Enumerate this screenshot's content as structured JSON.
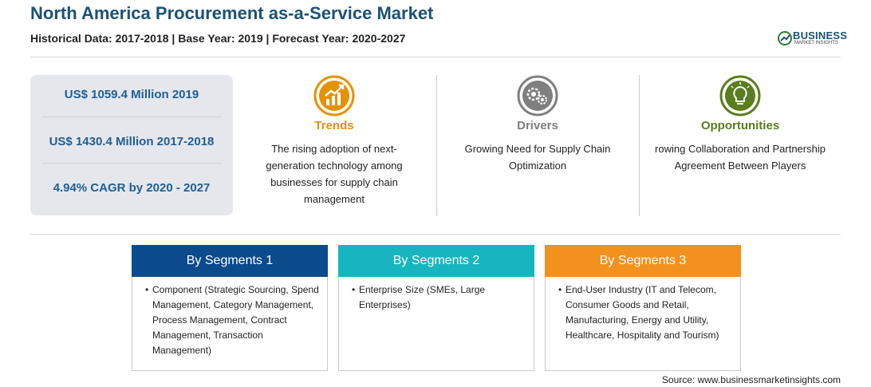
{
  "header": {
    "title": "North America Procurement as-a-Service Market",
    "subtitle": "Historical Data: 2017-2018 | Base Year: 2019 | Forecast Year: 2020-2027"
  },
  "logo": {
    "text": "BUSINESS",
    "sub": "MARKET INSIGHTS"
  },
  "stats": [
    "US$ 1059.4 Million 2019",
    "US$ 1430.4 Million 2017-2018",
    "4.94% CAGR by 2020 - 2027"
  ],
  "columns": {
    "trends": {
      "heading": "Trends",
      "text": "The rising adoption of next-generation technology among businesses for supply chain management",
      "color": "#e69100",
      "icon": "chart-growth-icon"
    },
    "drivers": {
      "heading": "Drivers",
      "text": "Growing Need for Supply Chain Optimization",
      "color": "#7f7f7f",
      "icon": "gears-icon"
    },
    "opportunities": {
      "heading": "Opportunities",
      "text": "rowing Collaboration and Partnership Agreement Between Players",
      "color": "#5a7d1e",
      "icon": "lightbulb-icon"
    }
  },
  "segments": [
    {
      "title": "By Segments 1",
      "color": "#0b4a8b",
      "text": "Component (Strategic Sourcing, Spend Management, Category Management, Process Management, Contract Management, Transaction Management)"
    },
    {
      "title": "By Segments 2",
      "color": "#17b5bf",
      "text": "Enterprise Size (SMEs, Large Enterprises)"
    },
    {
      "title": "By Segments 3",
      "color": "#f2911e",
      "text": "End-User Industry (IT and Telecom, Consumer Goods and Retail, Manufacturing, Energy and Utility, Healthcare, Hospitality and Tourism)"
    }
  ],
  "source": "Source: www.businessmarketinsights.com"
}
